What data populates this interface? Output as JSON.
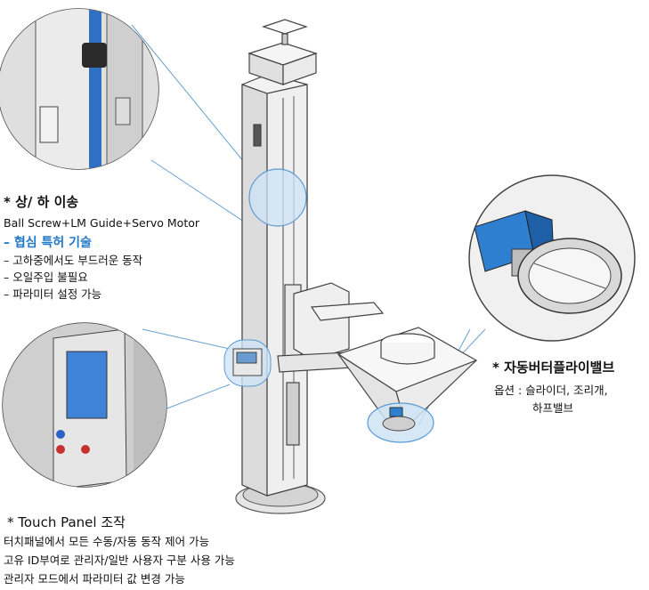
{
  "lift": {
    "title": "* 상/ 하 이송",
    "subtitle": "Ball Screw+LM Guide+Servo Motor",
    "highlight": "– 협심 특허 기술",
    "bullets": [
      "– 고하중에서도 부드러운 동작",
      "– 오일주입 불필요",
      "– 파라미터 설정 가능"
    ]
  },
  "touch_panel": {
    "title": "* Touch Panel 조작",
    "lines": [
      "터치패널에서 모든 수동/자동 동작 제어 가능",
      "고유 ID부여로 관리자/일반 사용자 구분 사용 가능",
      "관리자 모드에서 파라미터 값 변경 가능"
    ]
  },
  "valve": {
    "title": "* 자동버터플라이밸브",
    "options_line1": "옵션 : 슬라이더, 조리개,",
    "options_line2": "하프밸브"
  },
  "colors": {
    "callout": "#cfe3f5",
    "callout_border": "#5b9bd5",
    "accent_blue": "#1f78c8",
    "actuator_blue": "#2f7fd0"
  }
}
